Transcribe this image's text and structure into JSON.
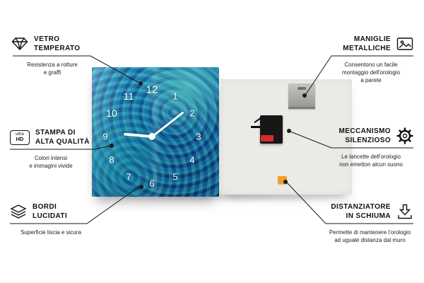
{
  "callouts": {
    "left": [
      {
        "icon": "diamond-icon",
        "title": [
          "VETRO",
          "TEMPERATO"
        ],
        "desc": [
          "Resistenza a rotture",
          "e graffi"
        ]
      },
      {
        "icon": "ultra-hd-icon",
        "icon_text": [
          "ultra",
          "HD"
        ],
        "title": [
          "STAMPA DI",
          "ALTA QUALITÀ"
        ],
        "desc": [
          "Colori intensi",
          "e immagini vivide"
        ]
      },
      {
        "icon": "polished-edges-icon",
        "title": [
          "BORDI",
          "LUCIDATI"
        ],
        "desc": [
          "Superficie liscia e sicura"
        ]
      }
    ],
    "right": [
      {
        "icon": "picture-frame-icon",
        "title": [
          "MANIGLIE",
          "METALLICHE"
        ],
        "desc": [
          "Consentono un facile",
          "montaggio dell'orologio",
          "a parete"
        ]
      },
      {
        "icon": "gear-icon",
        "title": [
          "MECCANISMO",
          "SILENZIOSO"
        ],
        "desc": [
          "Le lancette dell'orologio",
          "non emetton alcun suono"
        ]
      },
      {
        "icon": "down-arrow-icon",
        "title": [
          "DISTANZIATORE",
          "IN SCHIUMA"
        ],
        "desc": [
          "Permette di mantenere l'orologio",
          "ad uguale distanza dal muro"
        ]
      }
    ]
  },
  "clock": {
    "numbers": {
      "n1": "1",
      "n2": "2",
      "n3": "3",
      "n4": "4",
      "n5": "5",
      "n6": "6",
      "n7": "7",
      "n8": "8",
      "n9": "9",
      "n10": "10",
      "n11": "11",
      "n12": "12"
    }
  },
  "colors": {
    "pattern_blue": "#0f4f8c",
    "pattern_teal": "#27b7b0",
    "back_panel": "#eceae5",
    "foam_orange": "#f09e2a",
    "battery_red": "#cf2e2e",
    "line_black": "#1a1a1a"
  }
}
